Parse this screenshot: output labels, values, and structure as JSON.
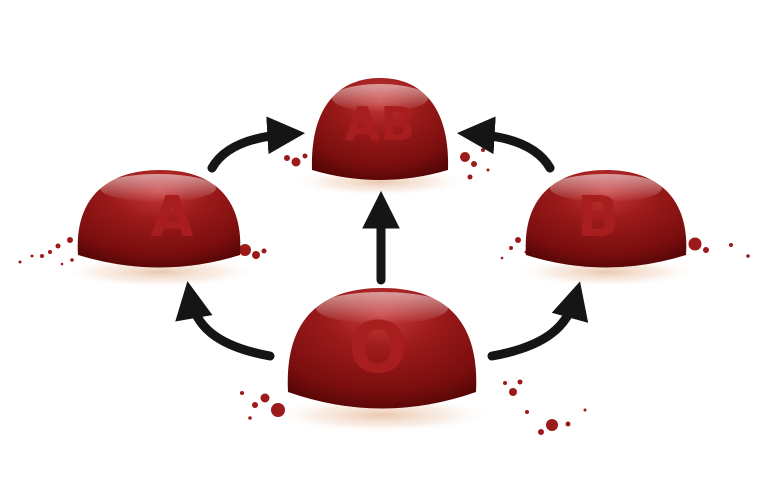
{
  "colors": {
    "blood_dark": "#5e0606",
    "blood_mid": "#8e1414",
    "blood_light": "#c23434",
    "letter": "#a81d1d",
    "arrow": "#151515"
  },
  "drops": {
    "o": {
      "label": "O"
    },
    "a": {
      "label": "A"
    },
    "b": {
      "label": "B"
    },
    "ab": {
      "label": "AB"
    }
  },
  "arrows": [
    {
      "from": "O",
      "to": "A"
    },
    {
      "from": "O",
      "to": "AB"
    },
    {
      "from": "O",
      "to": "B"
    },
    {
      "from": "A",
      "to": "AB"
    },
    {
      "from": "B",
      "to": "AB"
    }
  ]
}
